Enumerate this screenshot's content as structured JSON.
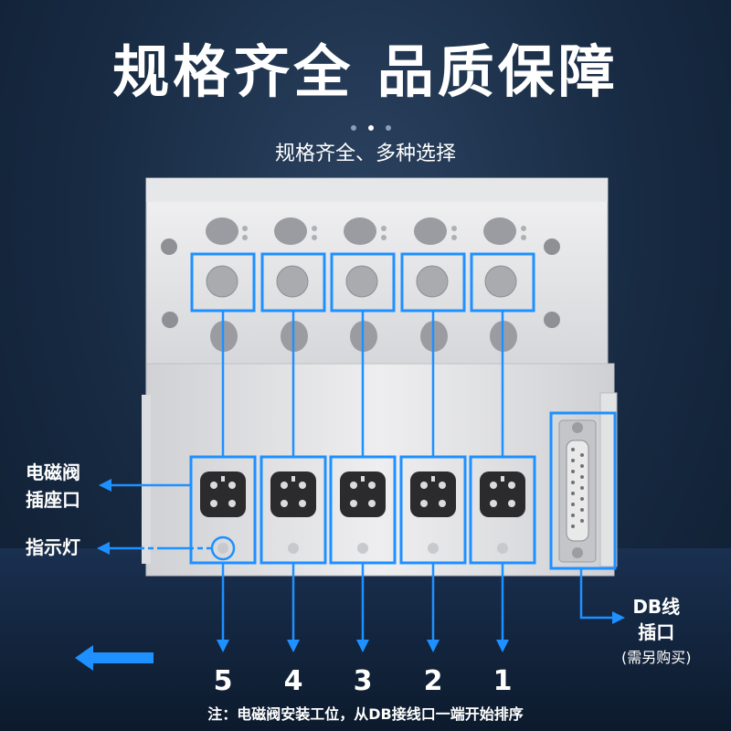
{
  "headline": "规格齐全  品质保障",
  "subtitle": "规格齐全、多种选择",
  "labels": {
    "socket_line1": "电磁阀",
    "socket_line2": "插座口",
    "indicator": "指示灯",
    "db_line1": "DB线",
    "db_line2": "插口",
    "db_note": "(需另购买)"
  },
  "station_numbers": [
    "5",
    "4",
    "3",
    "2",
    "1"
  ],
  "note": "注：电磁阀安装工位，从DB接线口一端开始排序",
  "colors": {
    "accent": "#1e90ff",
    "text": "#ffffff"
  }
}
